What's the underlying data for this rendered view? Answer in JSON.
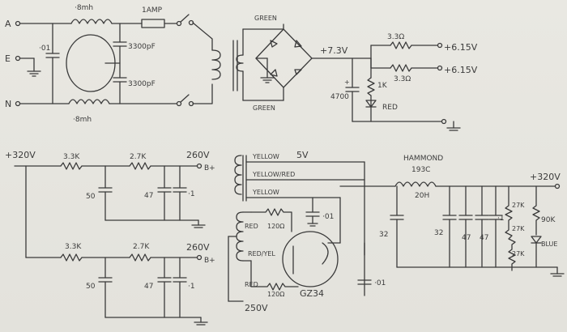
{
  "power_input": {
    "terminal_a": "A",
    "terminal_e": "E",
    "terminal_n": "N",
    "choke_top": "·8mh",
    "choke_bottom": "·8mh",
    "fuse": "1AMP",
    "cap_01": "·01",
    "cap_3300_top": "3300pF",
    "cap_3300_bottom": "3300pF"
  },
  "bias_supply": {
    "green_top": "GREEN",
    "green_bottom": "GREEN",
    "volt_73": "+7.3V",
    "cap_4700": "4700",
    "res_33_a": "3.3Ω",
    "res_33_b": "3.3Ω",
    "out_a": "+6.15V",
    "out_b": "+6.15V",
    "res_1k": "1K",
    "led": "RED"
  },
  "hv_filters": {
    "in_320": "+320V",
    "top": {
      "r1": "3.3K",
      "r2": "2.7K",
      "c1": "50",
      "c2": "47",
      "c3": "·1",
      "out": "260V",
      "bplus": "B+"
    },
    "bottom": {
      "r1": "3.3K",
      "r2": "2.7K",
      "c1": "50",
      "c2": "47",
      "c3": "·1",
      "out": "260V",
      "bplus": "B+"
    }
  },
  "transformer": {
    "sec_5v": "5V",
    "yellow": "YELLOW",
    "yellow_red": "YELLOW/RED",
    "yellow2": "YELLOW",
    "cap_01": "·01",
    "red_a": "RED",
    "res_120_a": "120Ω",
    "red_yel": "RED/YEL",
    "red_b": "RED",
    "res_120_b": "120Ω",
    "tube": "GZ34",
    "sec_250": "250V",
    "cap_01_b": "·01"
  },
  "choke_section": {
    "hammond": "HAMMOND",
    "model": "193C",
    "henry": "20H",
    "out_320": "+320V",
    "cap_32_a": "32",
    "cap_32_b": "32",
    "cap_47_a": "47",
    "cap_47_b": "47",
    "cap_1": "·1",
    "res_27k_a": "27K",
    "res_27k_b": "27K",
    "res_27k_c": "27K",
    "res_90k": "90K",
    "led": "BLUE"
  }
}
